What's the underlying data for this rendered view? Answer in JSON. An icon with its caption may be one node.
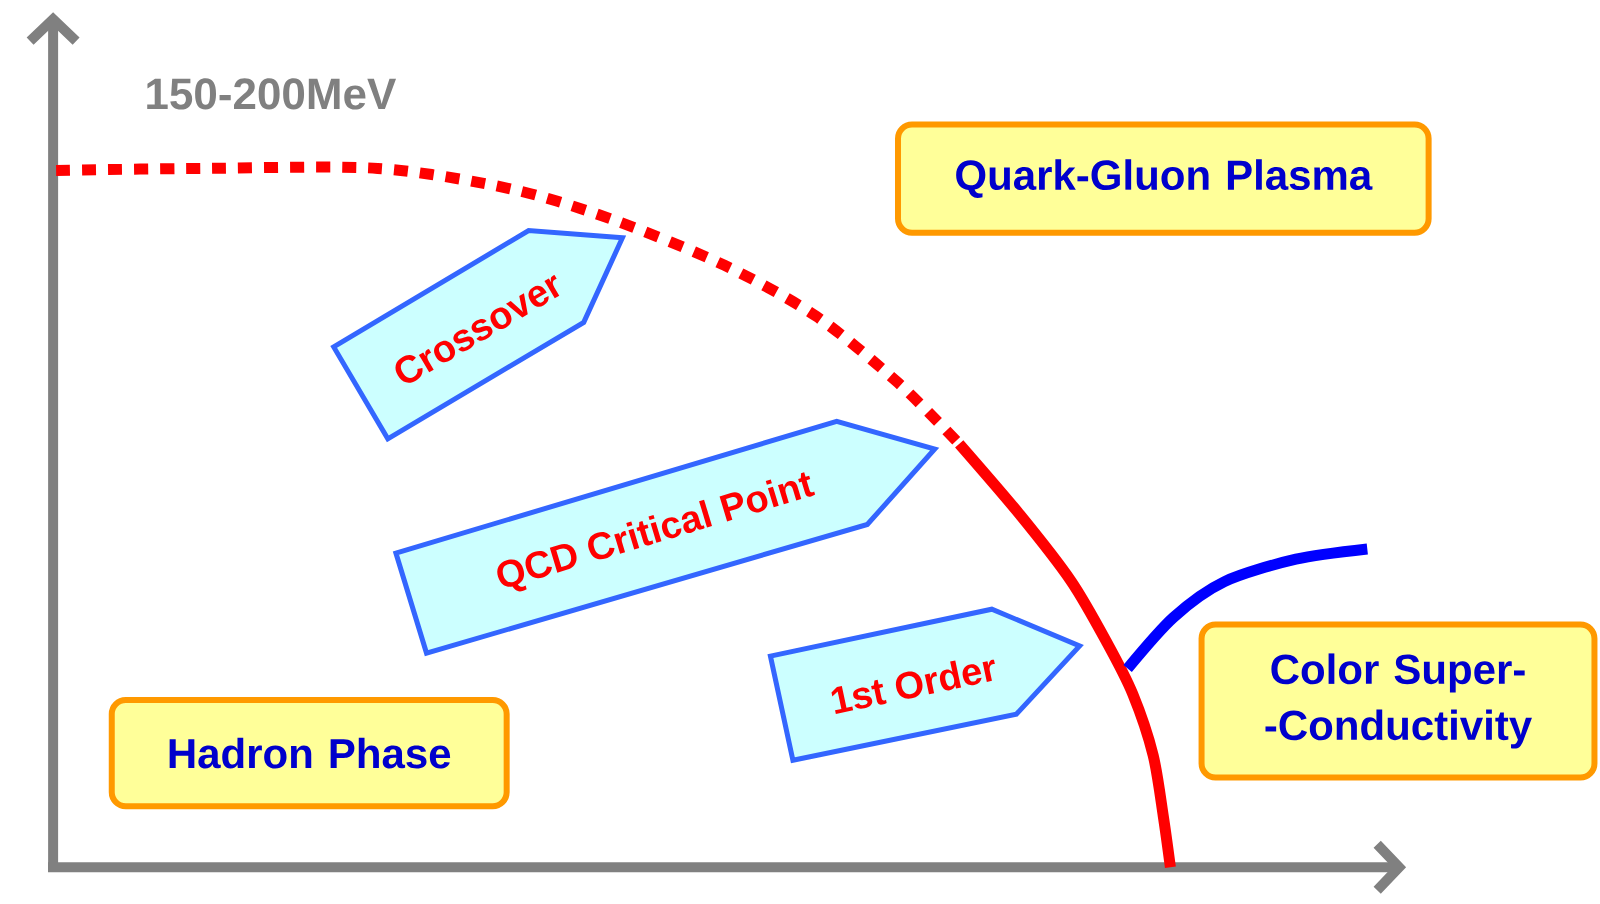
{
  "diagram": {
    "nodes": [
      {
        "text": [
          "Quark-Gluon Plasma"
        ]
      },
      {
        "text": [
          "Crossover"
        ]
      },
      {
        "text": [
          "QCD Critical Point"
        ]
      },
      {
        "text": [
          "1st Order"
        ]
      },
      {
        "text": [
          "Hadron Phase"
        ]
      },
      {
        "text": [
          "Color Super- -Conductivity"
        ]
      }
    ],
    "labels": [
      "150-200MeV"
    ]
  }
}
